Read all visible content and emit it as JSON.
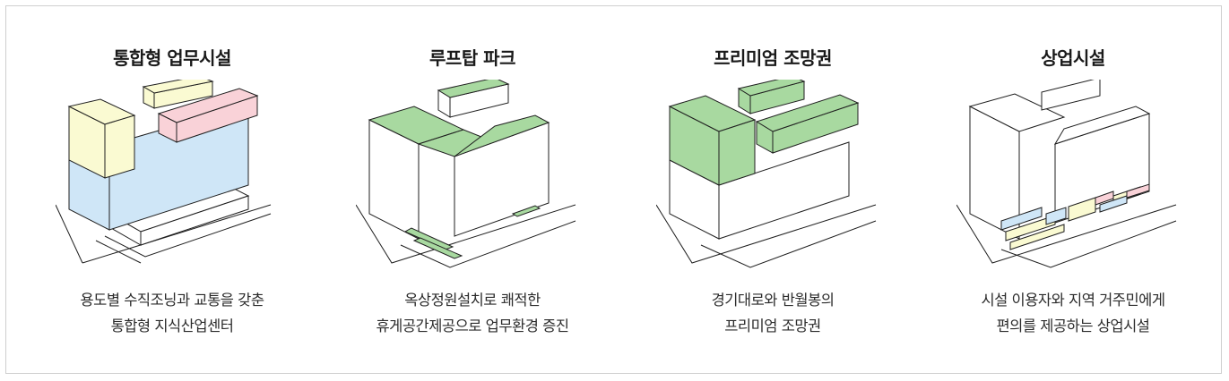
{
  "colors": {
    "blue": "#cfe6f7",
    "yellow": "#fafad2",
    "pink": "#f9d2d8",
    "green": "#a8d9a0",
    "stroke": "#1f1f1f",
    "frame": "#cfcfcf"
  },
  "panels": [
    {
      "title": "통합형 업무시설",
      "desc": [
        "용도별 수직조닝과 교통을 갖춘",
        "통합형 지식산업센터"
      ],
      "highlight": "office"
    },
    {
      "title": "루프탑 파크",
      "desc": [
        "옥상정원설치로 쾌적한",
        "휴게공간제공으로 업무환경 증진"
      ],
      "highlight": "roof"
    },
    {
      "title": "프리미엄 조망권",
      "desc": [
        "경기대로와 반월봉의",
        "프리미엄 조망권"
      ],
      "highlight": "view"
    },
    {
      "title": "상업시설",
      "desc": [
        "시설 이용자와 지역 거주민에게",
        "편의를 제공하는 상업시설"
      ],
      "highlight": "retail"
    }
  ]
}
